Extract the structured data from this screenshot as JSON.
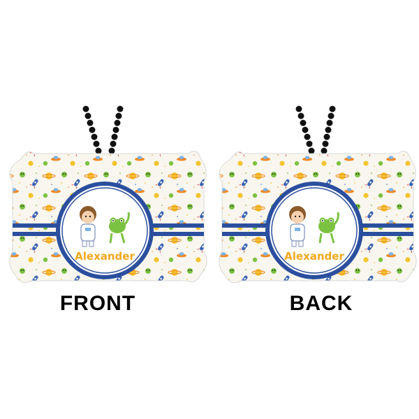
{
  "labels": {
    "front": "FRONT",
    "back": "BACK"
  },
  "ornament": {
    "name": "Alexander",
    "colors": {
      "stripe": "#2b4f9e",
      "name_text": "#f2a81d",
      "background": "#f8f6ee",
      "chain": "#111111",
      "frog": "#7cc242",
      "planet": "#f4c430",
      "rocket_blue": "#3a62b5",
      "ufo_orange": "#f08a24"
    },
    "icons": [
      "astronaut-icon",
      "alien-frog-icon",
      "planet-icon",
      "rocket-icon",
      "ufo-icon",
      "alien-icon",
      "star-icon"
    ]
  }
}
